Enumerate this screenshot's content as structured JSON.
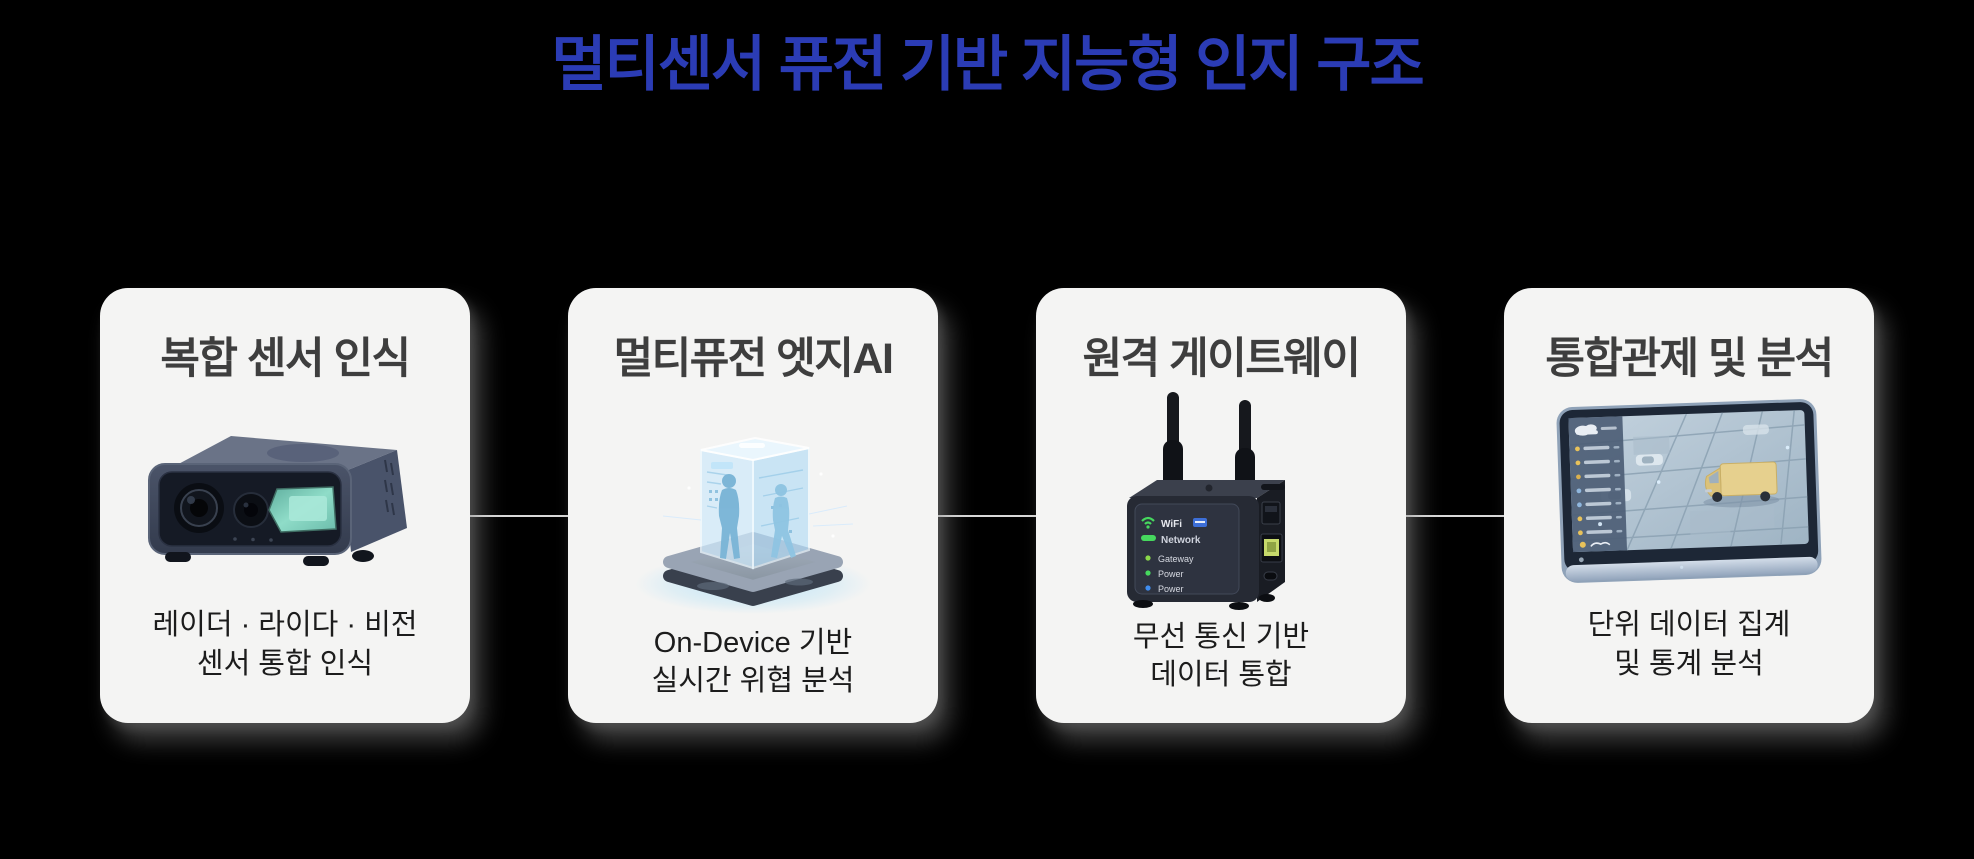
{
  "page": {
    "title": "멀티센서 퓨전 기반 지능형 인지 구조"
  },
  "colors": {
    "background": "#000000",
    "title_blue": "#2b3cb5",
    "card_bg": "#f4f4f3",
    "card_heading": "#3e3e3e",
    "caption_text": "#1c1c1c",
    "connector": "#d9d9d9",
    "sensor_teal": "#8fdcc8",
    "hologram_blue": "#aee0f8",
    "van_yellow": "#e6d08e"
  },
  "cards": [
    {
      "title": "복합 센서 인식",
      "caption_line1": "레이더 · 라이다 · 비전",
      "caption_line2": "센서 통합 인식",
      "image": "multi-sensor-camera-device"
    },
    {
      "title": "멀티퓨전 엣지AI",
      "caption_line1": "On-Device 기반",
      "caption_line2": "실시간 위협 분석",
      "image": "edge-ai-hologram-cube"
    },
    {
      "title": "원격 게이트웨이",
      "caption_line1": "무선 통신 기반",
      "caption_line2": "데이터 통합",
      "image": "wireless-gateway-device",
      "device_labels": [
        "WiFi",
        "Network",
        "Gateway",
        "Power",
        "Power"
      ]
    },
    {
      "title": "통합관제 및 분석",
      "caption_line1": "단위 데이터 집계",
      "caption_line2": "및 통계 분석",
      "image": "control-dashboard-tablet"
    }
  ]
}
